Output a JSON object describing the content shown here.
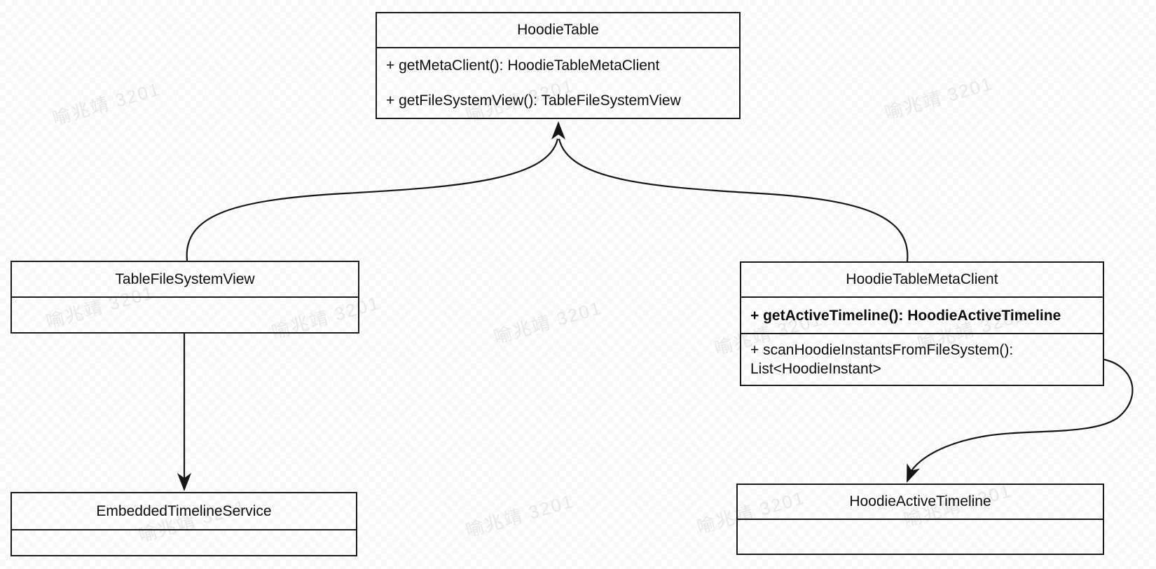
{
  "watermark": {
    "text": "喻兆靖 3201"
  },
  "colors": {
    "line": "#161616",
    "border": "#1a1a1a",
    "watermark": "#e7e7e7",
    "background": "#ffffff"
  },
  "classes": [
    {
      "name": "HoodieTable",
      "methods": [
        "+ getMetaClient(): HoodieTableMetaClient",
        "+ getFileSystemView(): TableFileSystemView"
      ]
    },
    {
      "name": "TableFileSystemView",
      "methods": []
    },
    {
      "name": "HoodieTableMetaClient",
      "methods": [
        "+ getActiveTimeline(): HoodieActiveTimeline",
        "+ scanHoodieInstantsFromFileSystem(): List<HoodieInstant>"
      ]
    },
    {
      "name": "EmbeddedTimelineService",
      "methods": []
    },
    {
      "name": "HoodieActiveTimeline",
      "methods": []
    }
  ],
  "edges": [
    {
      "from": "TableFileSystemView",
      "to": "HoodieTable",
      "type": "association-arrow"
    },
    {
      "from": "HoodieTableMetaClient",
      "to": "HoodieTable",
      "type": "association-arrow"
    },
    {
      "from": "TableFileSystemView",
      "to": "EmbeddedTimelineService",
      "type": "association-arrow"
    },
    {
      "from": "HoodieTableMetaClient",
      "to": "HoodieActiveTimeline",
      "type": "association-arrow"
    }
  ]
}
